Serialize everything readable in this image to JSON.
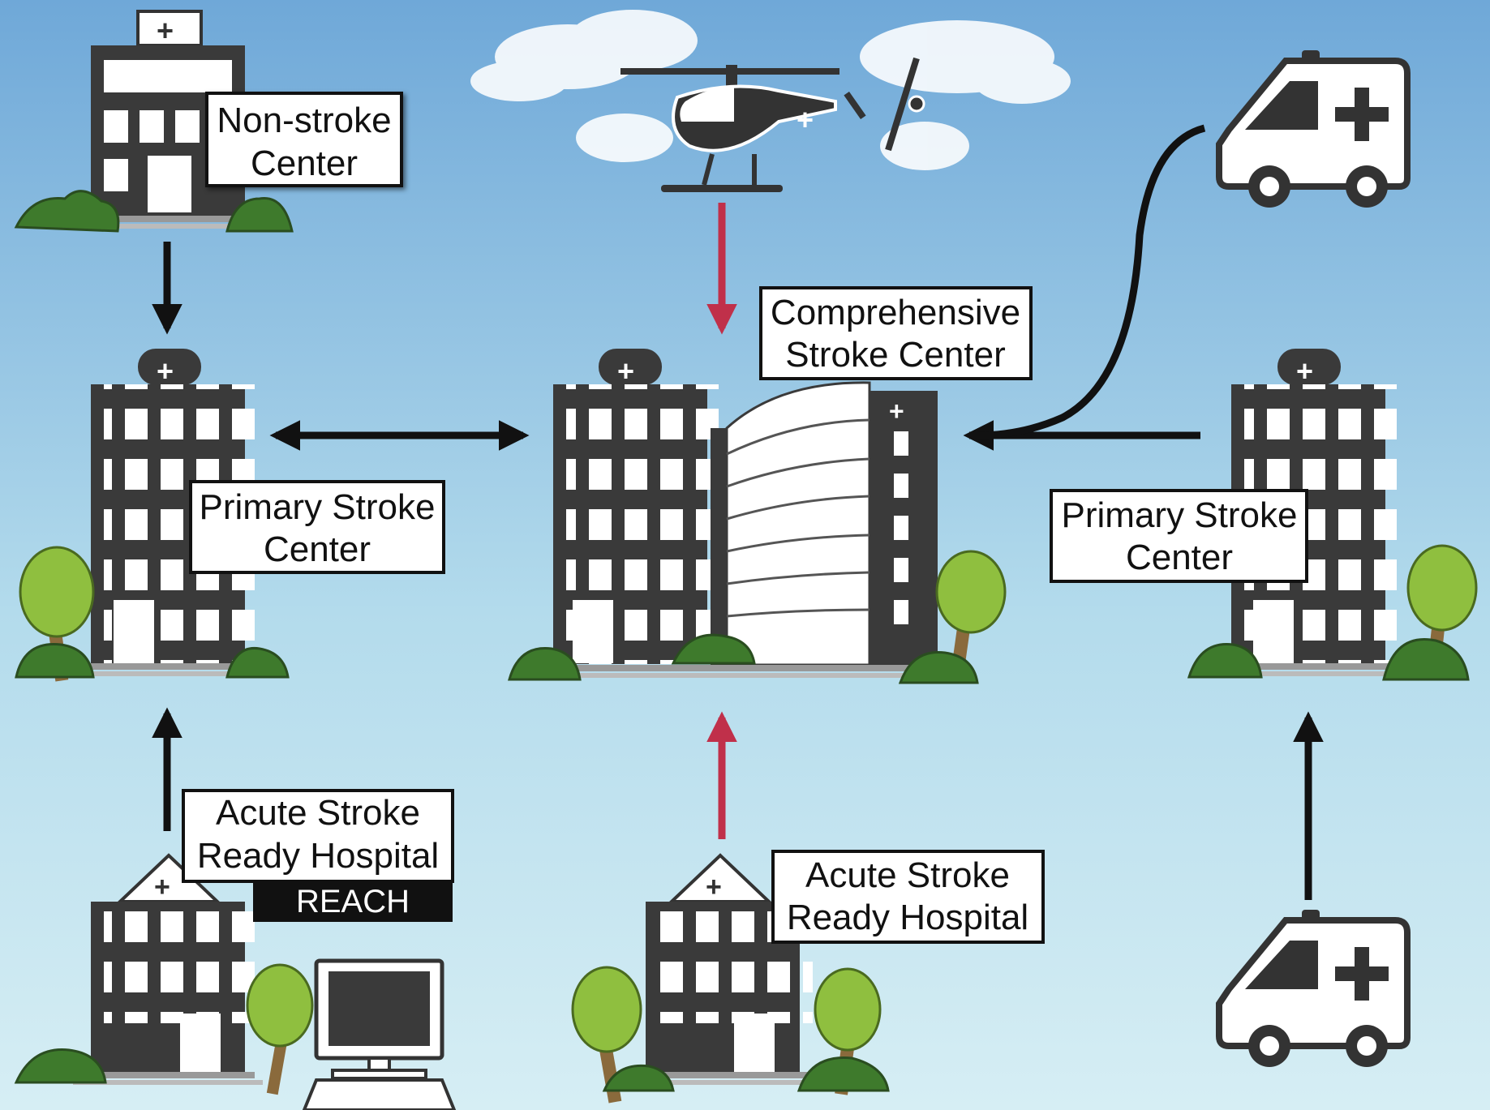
{
  "labels": {
    "non_stroke": [
      "Non-stroke",
      "Center"
    ],
    "comprehensive": [
      "Comprehensive",
      "Stroke Center"
    ],
    "primary_left": [
      "Primary Stroke",
      "Center"
    ],
    "primary_right": [
      "Primary Stroke",
      "Center"
    ],
    "acute_left": [
      "Acute Stroke",
      "Ready Hospital"
    ],
    "reach": "REACH",
    "acute_center": [
      "Acute Stroke",
      "Ready Hospital"
    ]
  },
  "colors": {
    "sky_top": "#6fa8d8",
    "sky_bottom": "#d6eef4",
    "building": "#3a3a3a",
    "tree_foliage": "#8fbf3f",
    "bush": "#3e7a2c",
    "trunk": "#8a6a3c",
    "arrow_black": "#111111",
    "arrow_red": "#c0304a"
  }
}
